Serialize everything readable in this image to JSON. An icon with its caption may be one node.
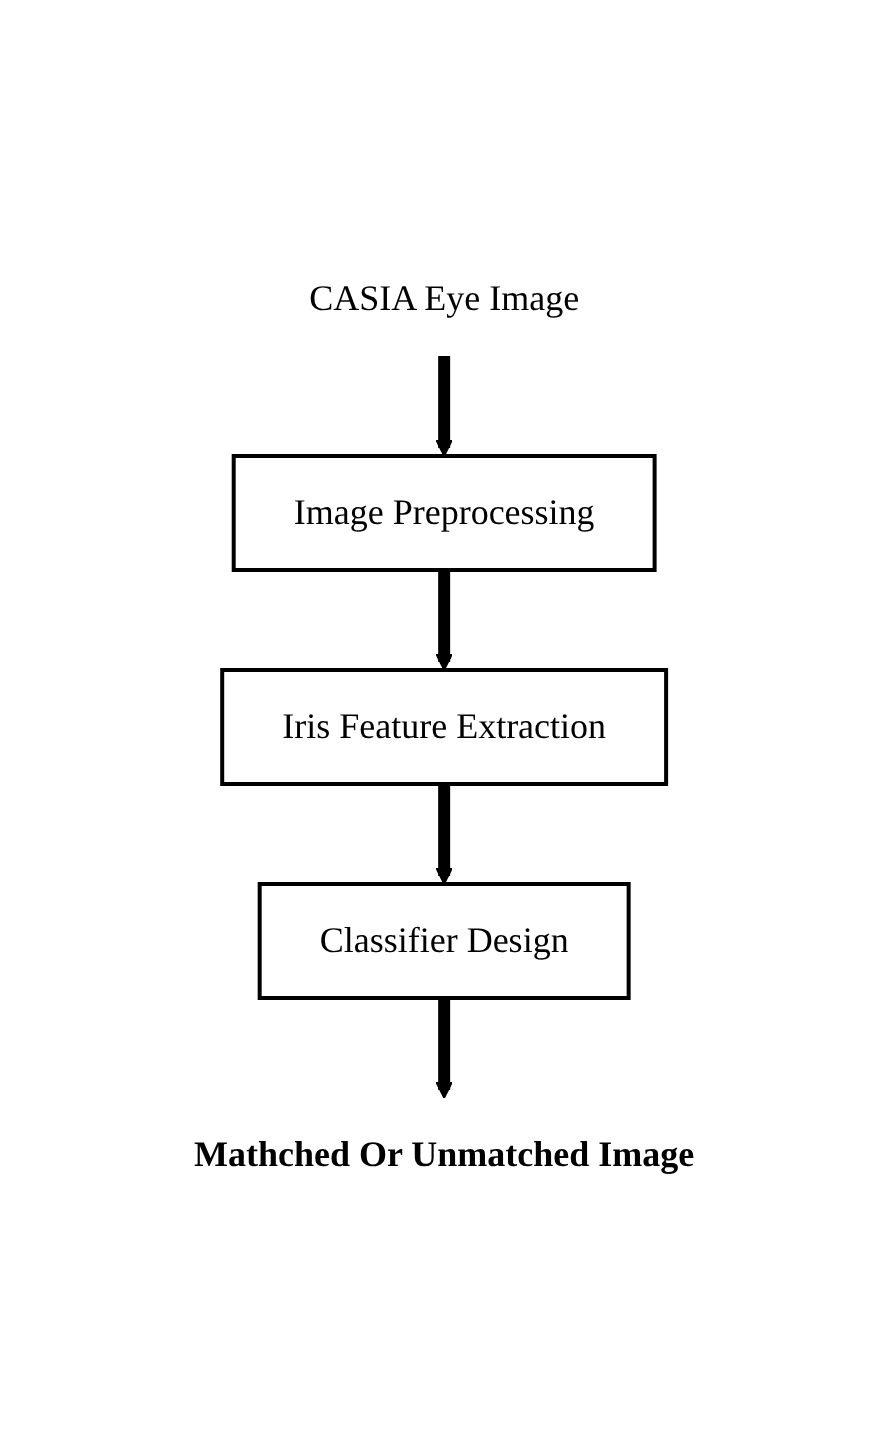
{
  "diagram": {
    "nodes": [
      {
        "text": [
          "CASIA Eye Image"
        ]
      },
      {
        "text": [
          "Image Preprocessing"
        ]
      },
      {
        "text": [
          "Iris Feature Extraction"
        ]
      },
      {
        "text": [
          "Classifier Design"
        ]
      },
      {
        "text": [
          "Mathched Or Unmatched Image"
        ]
      }
    ],
    "edges": [
      {
        "from": 0,
        "to": 1,
        "arrow": "to"
      },
      {
        "from": 1,
        "to": 2,
        "arrow": "to"
      },
      {
        "from": 2,
        "to": 3,
        "arrow": "to"
      },
      {
        "from": 3,
        "to": 4,
        "arrow": "to"
      }
    ]
  }
}
